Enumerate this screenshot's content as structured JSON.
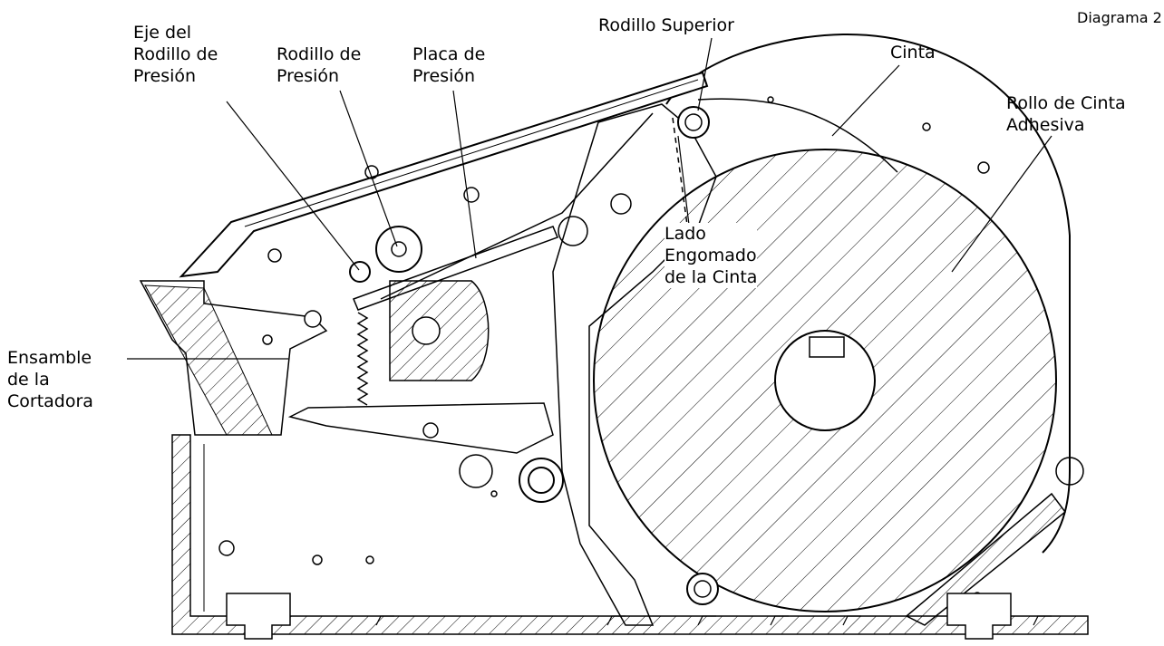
{
  "diagram_label": "Diagrama 2",
  "labels": {
    "eje": [
      "Eje del",
      "Rodillo de",
      "Presión"
    ],
    "rodillo_presion": [
      "Rodillo de",
      "Presión"
    ],
    "placa": [
      "Placa de",
      "Presión"
    ],
    "superior": [
      "Rodillo Superior"
    ],
    "cinta": [
      "Cinta"
    ],
    "rollo": [
      "Rollo de Cinta",
      "Adhesiva"
    ],
    "lado": [
      "Lado",
      "Engomado",
      "de la Cinta"
    ],
    "ensamble": [
      "Ensamble",
      "de la",
      "Cortadora"
    ]
  }
}
